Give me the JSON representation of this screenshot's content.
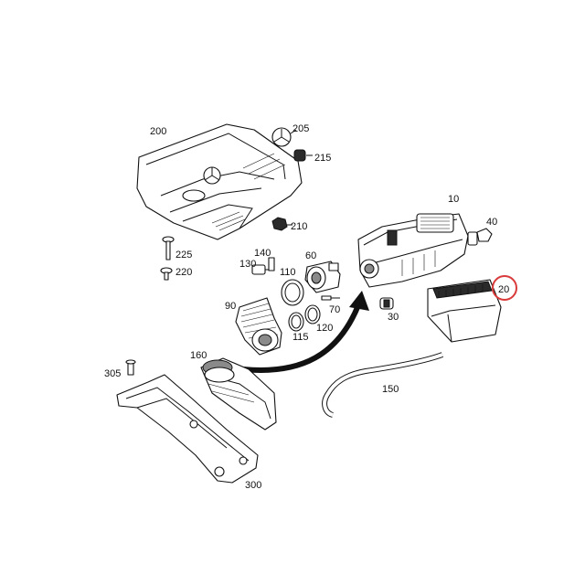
{
  "labels": {
    "l200": "200",
    "l205": "205",
    "l215": "215",
    "l210": "210",
    "l225": "225",
    "l220": "220",
    "l140": "140",
    "l130": "130",
    "l60": "60",
    "l110": "110",
    "l70": "70",
    "l90": "90",
    "l120": "120",
    "l115": "115",
    "l10": "10",
    "l40": "40",
    "l20": "20",
    "l30": "30",
    "l160": "160",
    "l305": "305",
    "l150": "150",
    "l300": "300"
  },
  "highlight": {
    "part": "20",
    "color": "#d93a3a"
  },
  "colors": {
    "ink": "#111111",
    "arrow": "#111111"
  }
}
